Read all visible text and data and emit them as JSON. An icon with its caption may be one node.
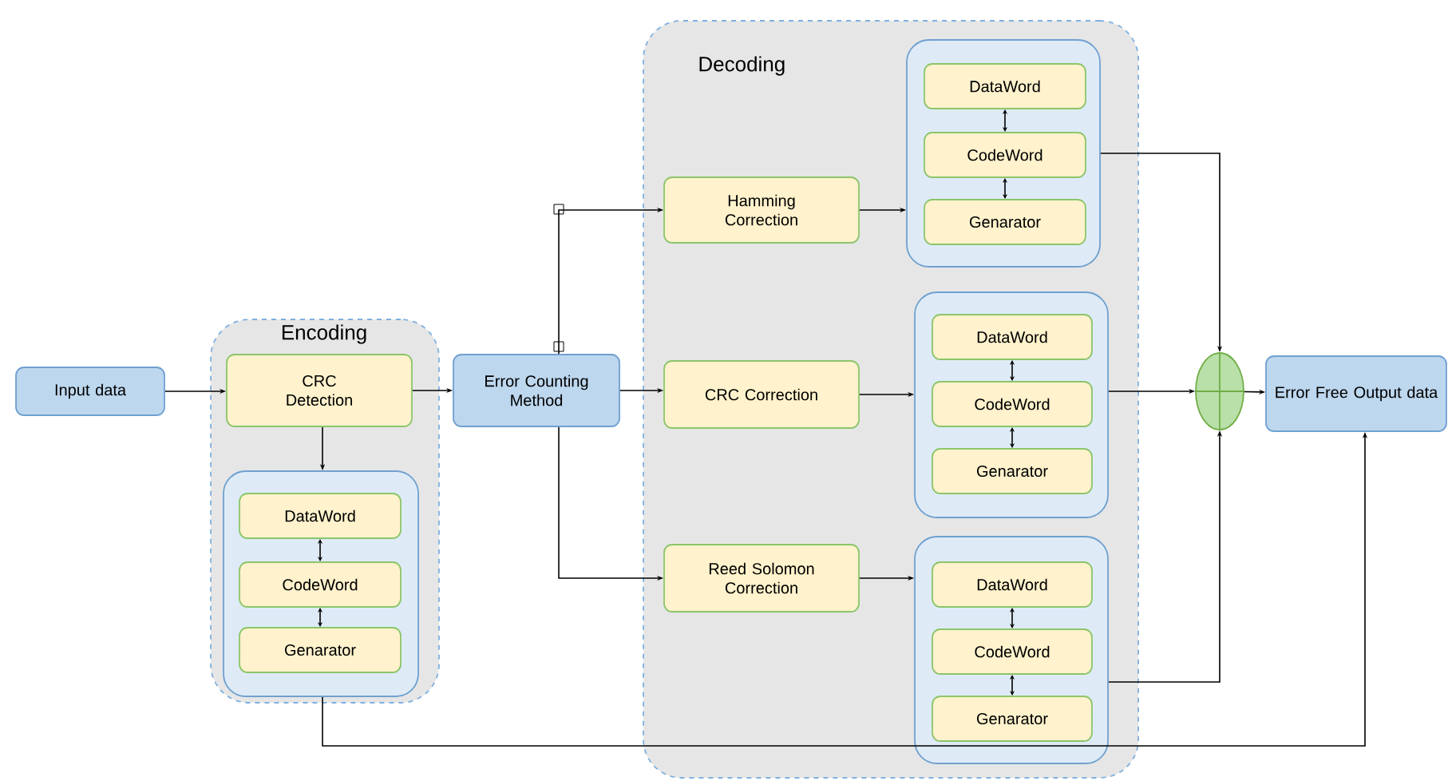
{
  "diagram": {
    "nodes": [
      {
        "text": [
          "Input data"
        ]
      },
      {
        "text": [
          "Encoding"
        ]
      },
      {
        "text": [
          "CRC Detection"
        ],
        "in": 1
      },
      {
        "text": [],
        "shape": "box",
        "in": 1
      },
      {
        "text": [
          "DataWord"
        ],
        "in": 3
      },
      {
        "text": [
          "CodeWord"
        ],
        "in": 3
      },
      {
        "text": [
          "Genarator"
        ],
        "in": 3
      },
      {
        "text": [
          "Error Counting Method"
        ]
      },
      {
        "text": [
          "Decoding"
        ]
      },
      {
        "text": [
          "Hamming Correction"
        ],
        "in": 8
      },
      {
        "text": [],
        "shape": "box",
        "in": 8
      },
      {
        "text": [
          "DataWord"
        ],
        "in": 10
      },
      {
        "text": [
          "CodeWord"
        ],
        "in": 10
      },
      {
        "text": [
          "Genarator"
        ],
        "in": 10
      },
      {
        "text": [
          "CRC Correction"
        ],
        "in": 8
      },
      {
        "text": [],
        "shape": "box",
        "in": 8
      },
      {
        "text": [
          "DataWord"
        ],
        "in": 15
      },
      {
        "text": [
          "CodeWord"
        ],
        "in": 15
      },
      {
        "text": [
          "Genarator"
        ],
        "in": 15
      },
      {
        "text": [
          "Reed Solomon Correction"
        ],
        "in": 8
      },
      {
        "text": [],
        "shape": "box",
        "in": 8
      },
      {
        "text": [
          "DataWord"
        ],
        "in": 20
      },
      {
        "text": [
          "CodeWord"
        ],
        "in": 20
      },
      {
        "text": [
          "Genarator"
        ],
        "in": 20
      },
      {
        "text": [],
        "shape": "circle"
      },
      {
        "text": [
          "Error Free Output data"
        ]
      }
    ],
    "edges": [
      {
        "from": 0,
        "to": 2,
        "arrow": "to"
      },
      {
        "from": 2,
        "to": 7,
        "arrow": "to"
      },
      {
        "from": 2,
        "to": 3,
        "arrow": "to"
      },
      {
        "from": 4,
        "to": 5,
        "arrow": "both"
      },
      {
        "from": 5,
        "to": 6,
        "arrow": "both"
      },
      {
        "from": 7,
        "to": 9,
        "arrow": "to"
      },
      {
        "from": 7,
        "to": 14,
        "arrow": "to"
      },
      {
        "from": 7,
        "to": 19,
        "arrow": "to"
      },
      {
        "from": 9,
        "to": 10,
        "arrow": "to"
      },
      {
        "from": 11,
        "to": 12,
        "arrow": "both"
      },
      {
        "from": 12,
        "to": 13,
        "arrow": "both"
      },
      {
        "from": 14,
        "to": 15,
        "arrow": "to"
      },
      {
        "from": 16,
        "to": 17,
        "arrow": "both"
      },
      {
        "from": 17,
        "to": 18,
        "arrow": "both"
      },
      {
        "from": 19,
        "to": 20,
        "arrow": "to"
      },
      {
        "from": 21,
        "to": 22,
        "arrow": "both"
      },
      {
        "from": 22,
        "to": 23,
        "arrow": "both"
      },
      {
        "from": 10,
        "to": 24,
        "arrow": "to"
      },
      {
        "from": 15,
        "to": 24,
        "arrow": "to"
      },
      {
        "from": 20,
        "to": 24,
        "arrow": "to"
      },
      {
        "from": 24,
        "to": 25,
        "arrow": "to"
      },
      {
        "from": 3,
        "to": 25,
        "arrow": "to"
      }
    ]
  }
}
